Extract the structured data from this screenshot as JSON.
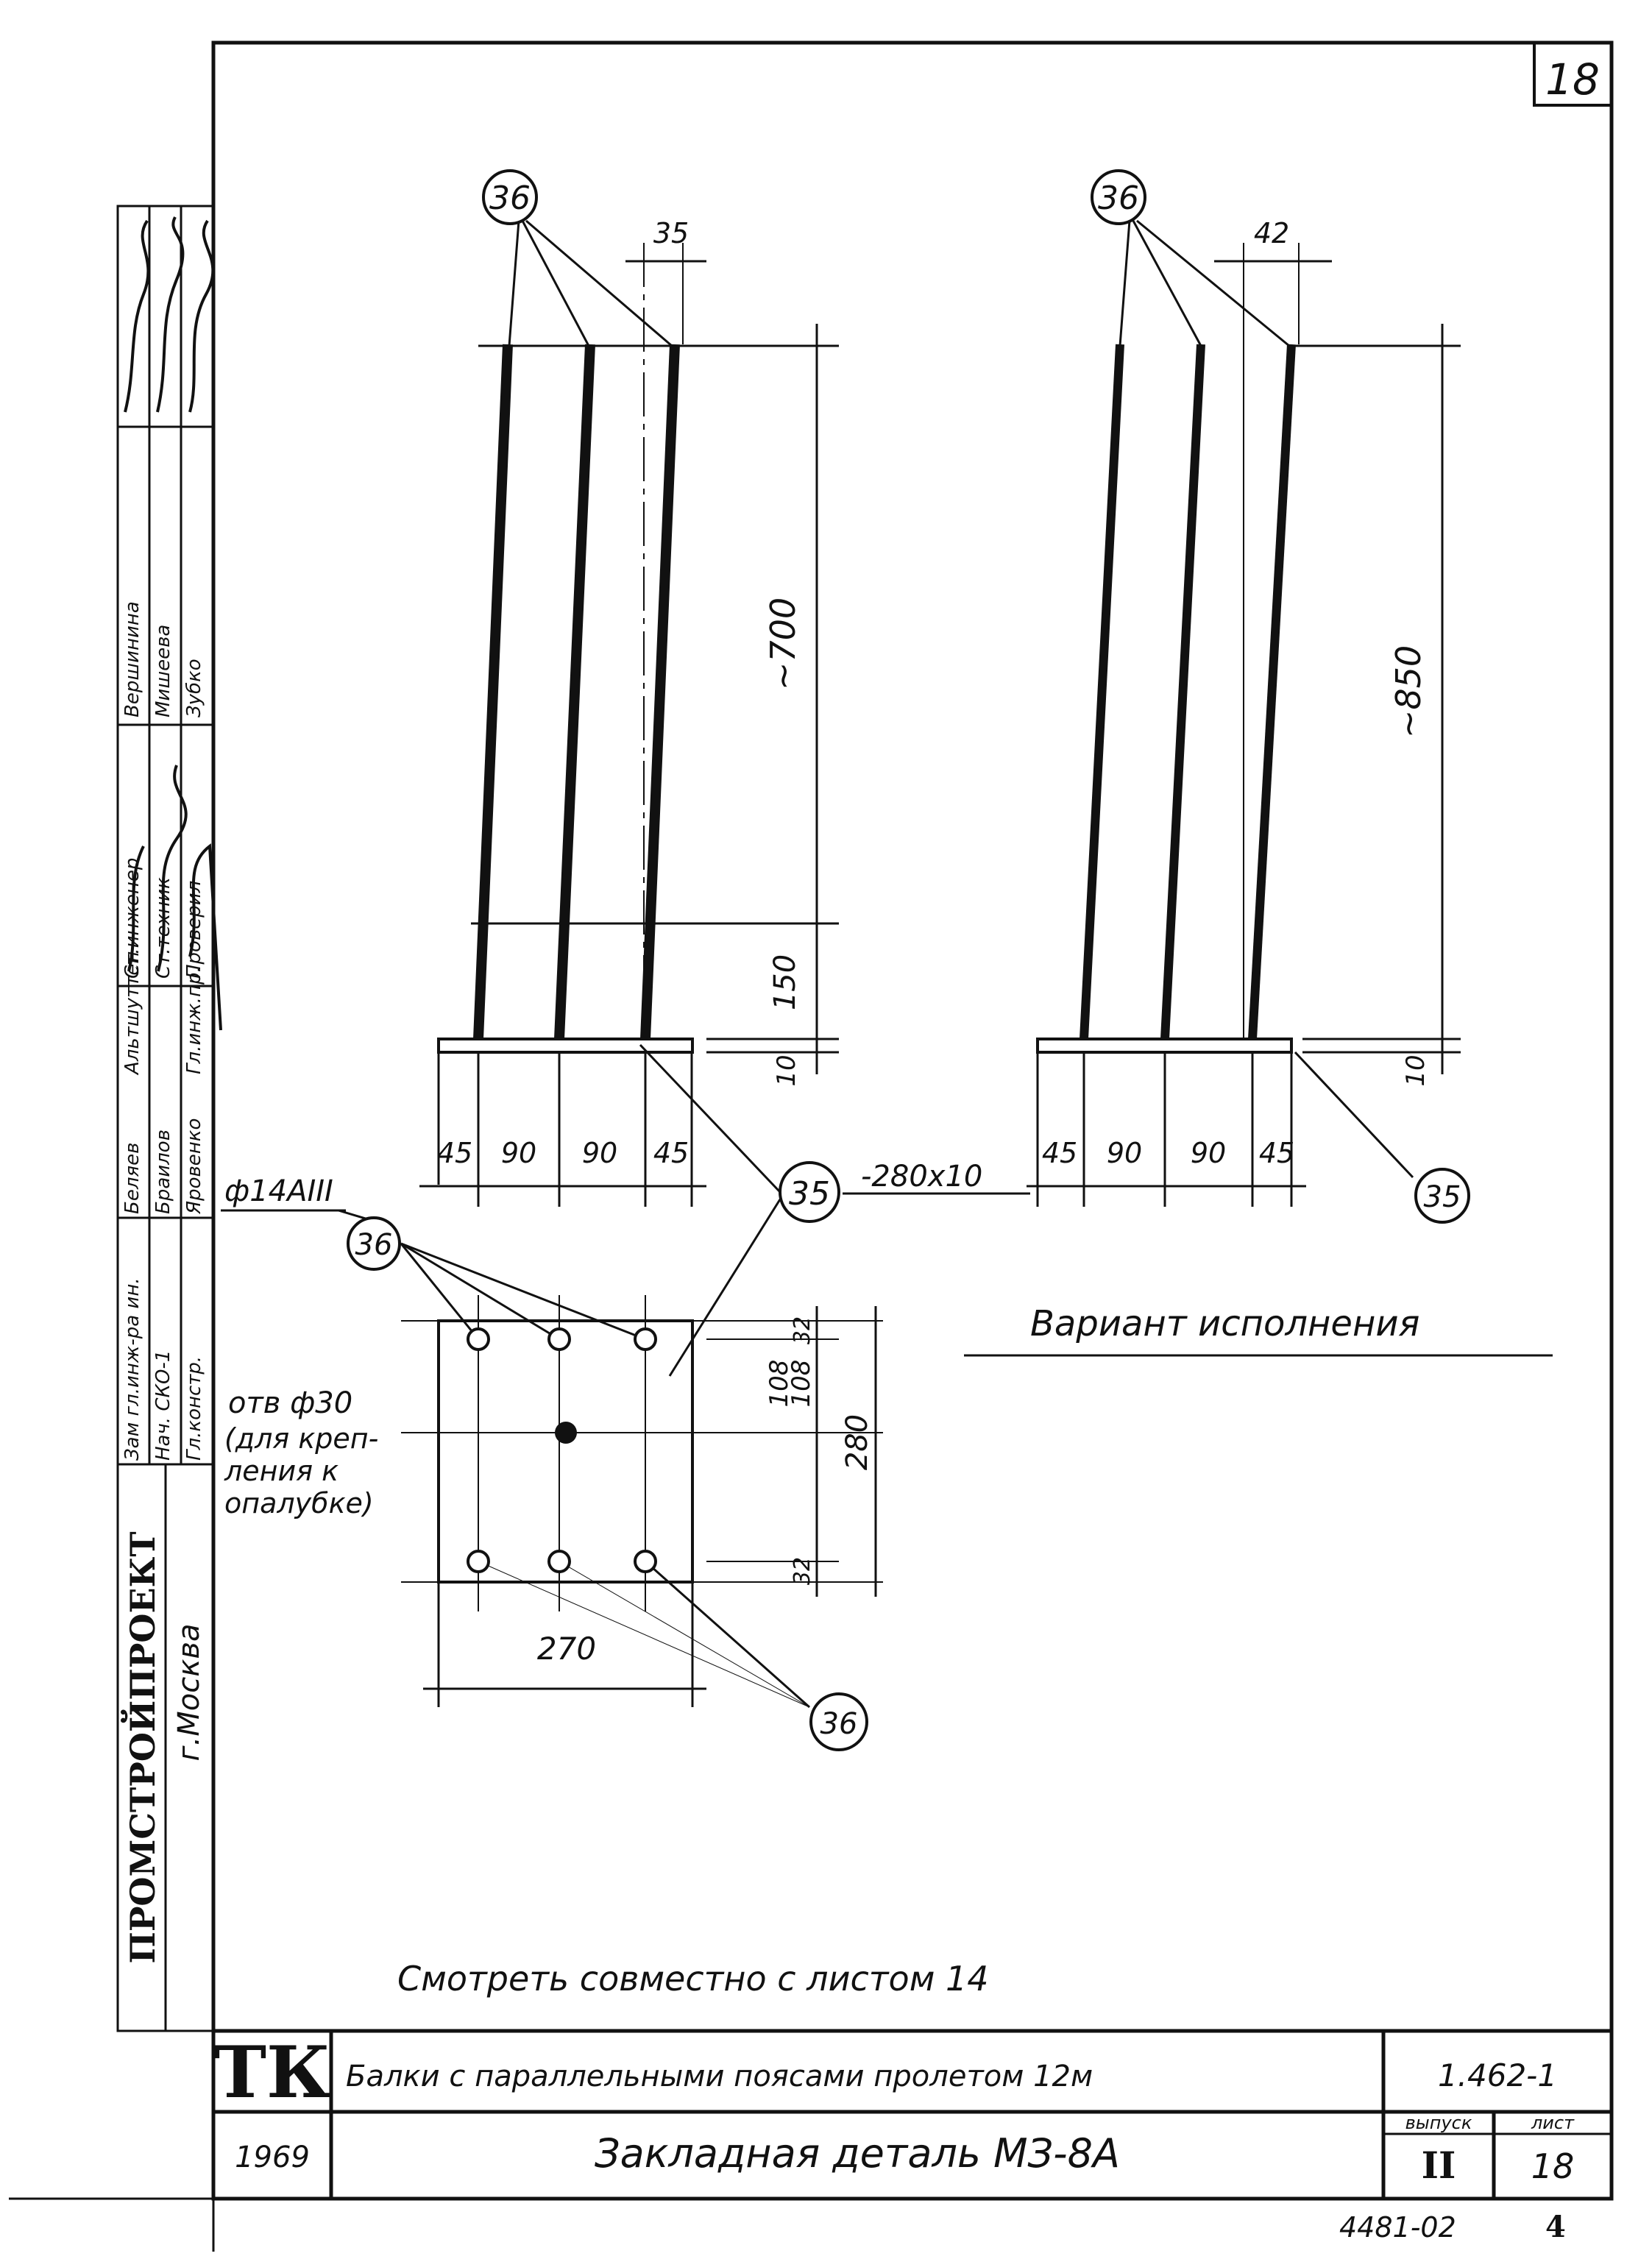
{
  "sheet": {
    "corner_number": "18",
    "bottom_code": "4481-02",
    "bottom_right": "4"
  },
  "left_block": {
    "org": "ПРОМСТРОЙПРОЕКТ",
    "city": "г.Москва",
    "roles_col": [
      "Зам гл.инж-ра ин.",
      "Нач. СКО-1",
      "Гл.констр.",
      "Гл.инж.пр."
    ],
    "names_col": [
      "Беляев",
      "Браилов",
      "Яровенко",
      "Альтшуттен"
    ],
    "roles_col2": [
      "Ст.инженер",
      "Ст.техник",
      "Проверил"
    ],
    "names_col2": [
      "Вершинина",
      "Мишеева",
      "Зубко"
    ]
  },
  "drawing": {
    "labels": {
      "mark36": "36",
      "mark35": "35",
      "plate": "-280x10",
      "rebar": "ф14АIII",
      "hole_line1": "отв ф30",
      "hole_line2": "(для креп-",
      "hole_line3": "ления к",
      "hole_line4": "опалубке)",
      "variant": "Вариант исполнения"
    },
    "dims": {
      "top_left": "35",
      "top_right": "42",
      "len_left": "~700",
      "len_right": "~850",
      "d150": "150",
      "d10": "10",
      "d10r": "10",
      "h45a": "45",
      "h90a": "90",
      "h90b": "90",
      "h45b": "45",
      "h45c": "45",
      "h90c": "90",
      "h90d": "90",
      "h45d": "45",
      "v32a": "32",
      "v108a": "108",
      "v108b": "108",
      "v32b": "32",
      "v280": "280",
      "w270": "270"
    }
  },
  "title_block": {
    "note": "Смотреть совместно с листом 14",
    "logo": "ТК",
    "series_title": "Балки с параллельными поясами пролетом 12м",
    "series_code": "1.462-1",
    "year": "1969",
    "sheet_title": "Закладная деталь МЗ-8А",
    "issue_label": "выпуск",
    "issue": "II",
    "sheet_label": "лист",
    "sheet_no": "18"
  }
}
